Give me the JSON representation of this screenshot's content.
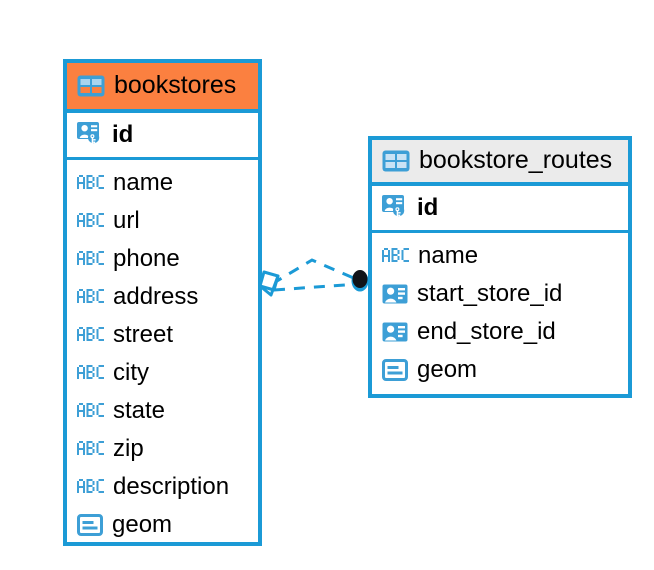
{
  "diagram": {
    "type": "entity-relationship-diagram",
    "colors": {
      "entity_border": "#1b9ad6",
      "header_highlight": "#fb8040",
      "header_default": "#ebebeb",
      "icon_blue": "#3d9fd6",
      "connector": "#1b9ad6",
      "endpoint_fill": "#111318",
      "background": "#ffffff"
    },
    "entities": [
      {
        "name": "bookstores",
        "header_style": "orange",
        "table_icon": "table-icon",
        "primary_key": {
          "label": "id",
          "icon": "primary-key-icon"
        },
        "fields": [
          {
            "label": "name",
            "icon": "abc-text-icon"
          },
          {
            "label": "url",
            "icon": "abc-text-icon"
          },
          {
            "label": "phone",
            "icon": "abc-text-icon"
          },
          {
            "label": "address",
            "icon": "abc-text-icon"
          },
          {
            "label": "street",
            "icon": "abc-text-icon"
          },
          {
            "label": "city",
            "icon": "abc-text-icon"
          },
          {
            "label": "state",
            "icon": "abc-text-icon"
          },
          {
            "label": "zip",
            "icon": "abc-text-icon"
          },
          {
            "label": "description",
            "icon": "abc-text-icon"
          },
          {
            "label": "geom",
            "icon": "geometry-icon"
          }
        ]
      },
      {
        "name": "bookstore_routes",
        "header_style": "gray",
        "table_icon": "table-icon",
        "primary_key": {
          "label": "id",
          "icon": "primary-key-icon"
        },
        "fields": [
          {
            "label": "name",
            "icon": "abc-text-icon"
          },
          {
            "label": "start_store_id",
            "icon": "foreign-key-icon"
          },
          {
            "label": "end_store_id",
            "icon": "foreign-key-icon"
          },
          {
            "label": "geom",
            "icon": "geometry-icon"
          }
        ]
      }
    ],
    "relationship": {
      "from_entity": "bookstores",
      "to_entity": "bookstore_routes",
      "from_marker": "diamond-crowsfoot-marker",
      "to_marker": "filled-circle-marker",
      "line_style": "dashed"
    }
  }
}
